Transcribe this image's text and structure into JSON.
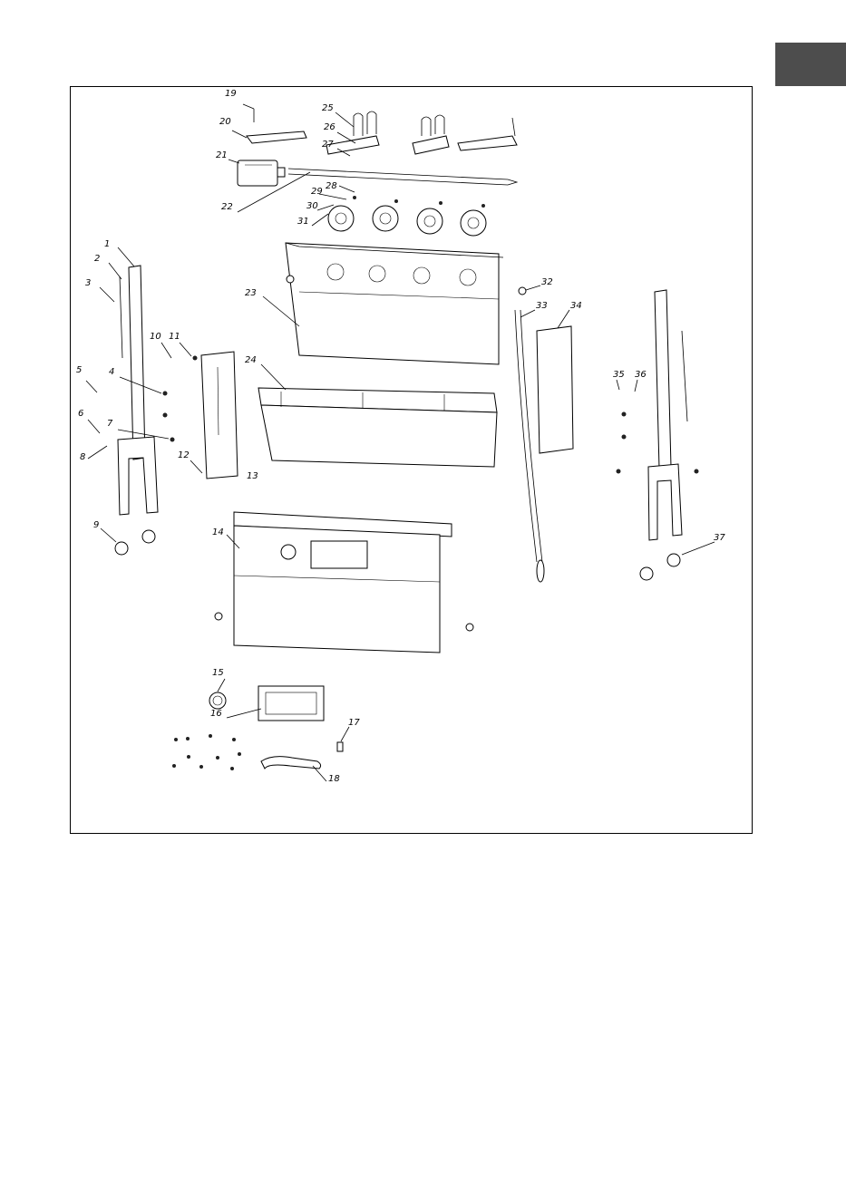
{
  "page": {
    "language_tab_color": "#4d4d4d",
    "border_color": "#000000"
  },
  "callouts": [
    {
      "n": "1"
    },
    {
      "n": "2"
    },
    {
      "n": "3"
    },
    {
      "n": "4"
    },
    {
      "n": "5"
    },
    {
      "n": "6"
    },
    {
      "n": "7"
    },
    {
      "n": "8"
    },
    {
      "n": "9"
    },
    {
      "n": "10"
    },
    {
      "n": "11"
    },
    {
      "n": "12"
    },
    {
      "n": "13"
    },
    {
      "n": "14"
    },
    {
      "n": "15"
    },
    {
      "n": "16"
    },
    {
      "n": "17"
    },
    {
      "n": "18"
    },
    {
      "n": "19"
    },
    {
      "n": "20"
    },
    {
      "n": "21"
    },
    {
      "n": "22"
    },
    {
      "n": "23"
    },
    {
      "n": "24"
    },
    {
      "n": "25"
    },
    {
      "n": "26"
    },
    {
      "n": "27"
    },
    {
      "n": "28"
    },
    {
      "n": "29"
    },
    {
      "n": "30"
    },
    {
      "n": "31"
    },
    {
      "n": "32"
    },
    {
      "n": "33"
    },
    {
      "n": "34"
    },
    {
      "n": "35"
    },
    {
      "n": "36"
    },
    {
      "n": "37"
    }
  ]
}
